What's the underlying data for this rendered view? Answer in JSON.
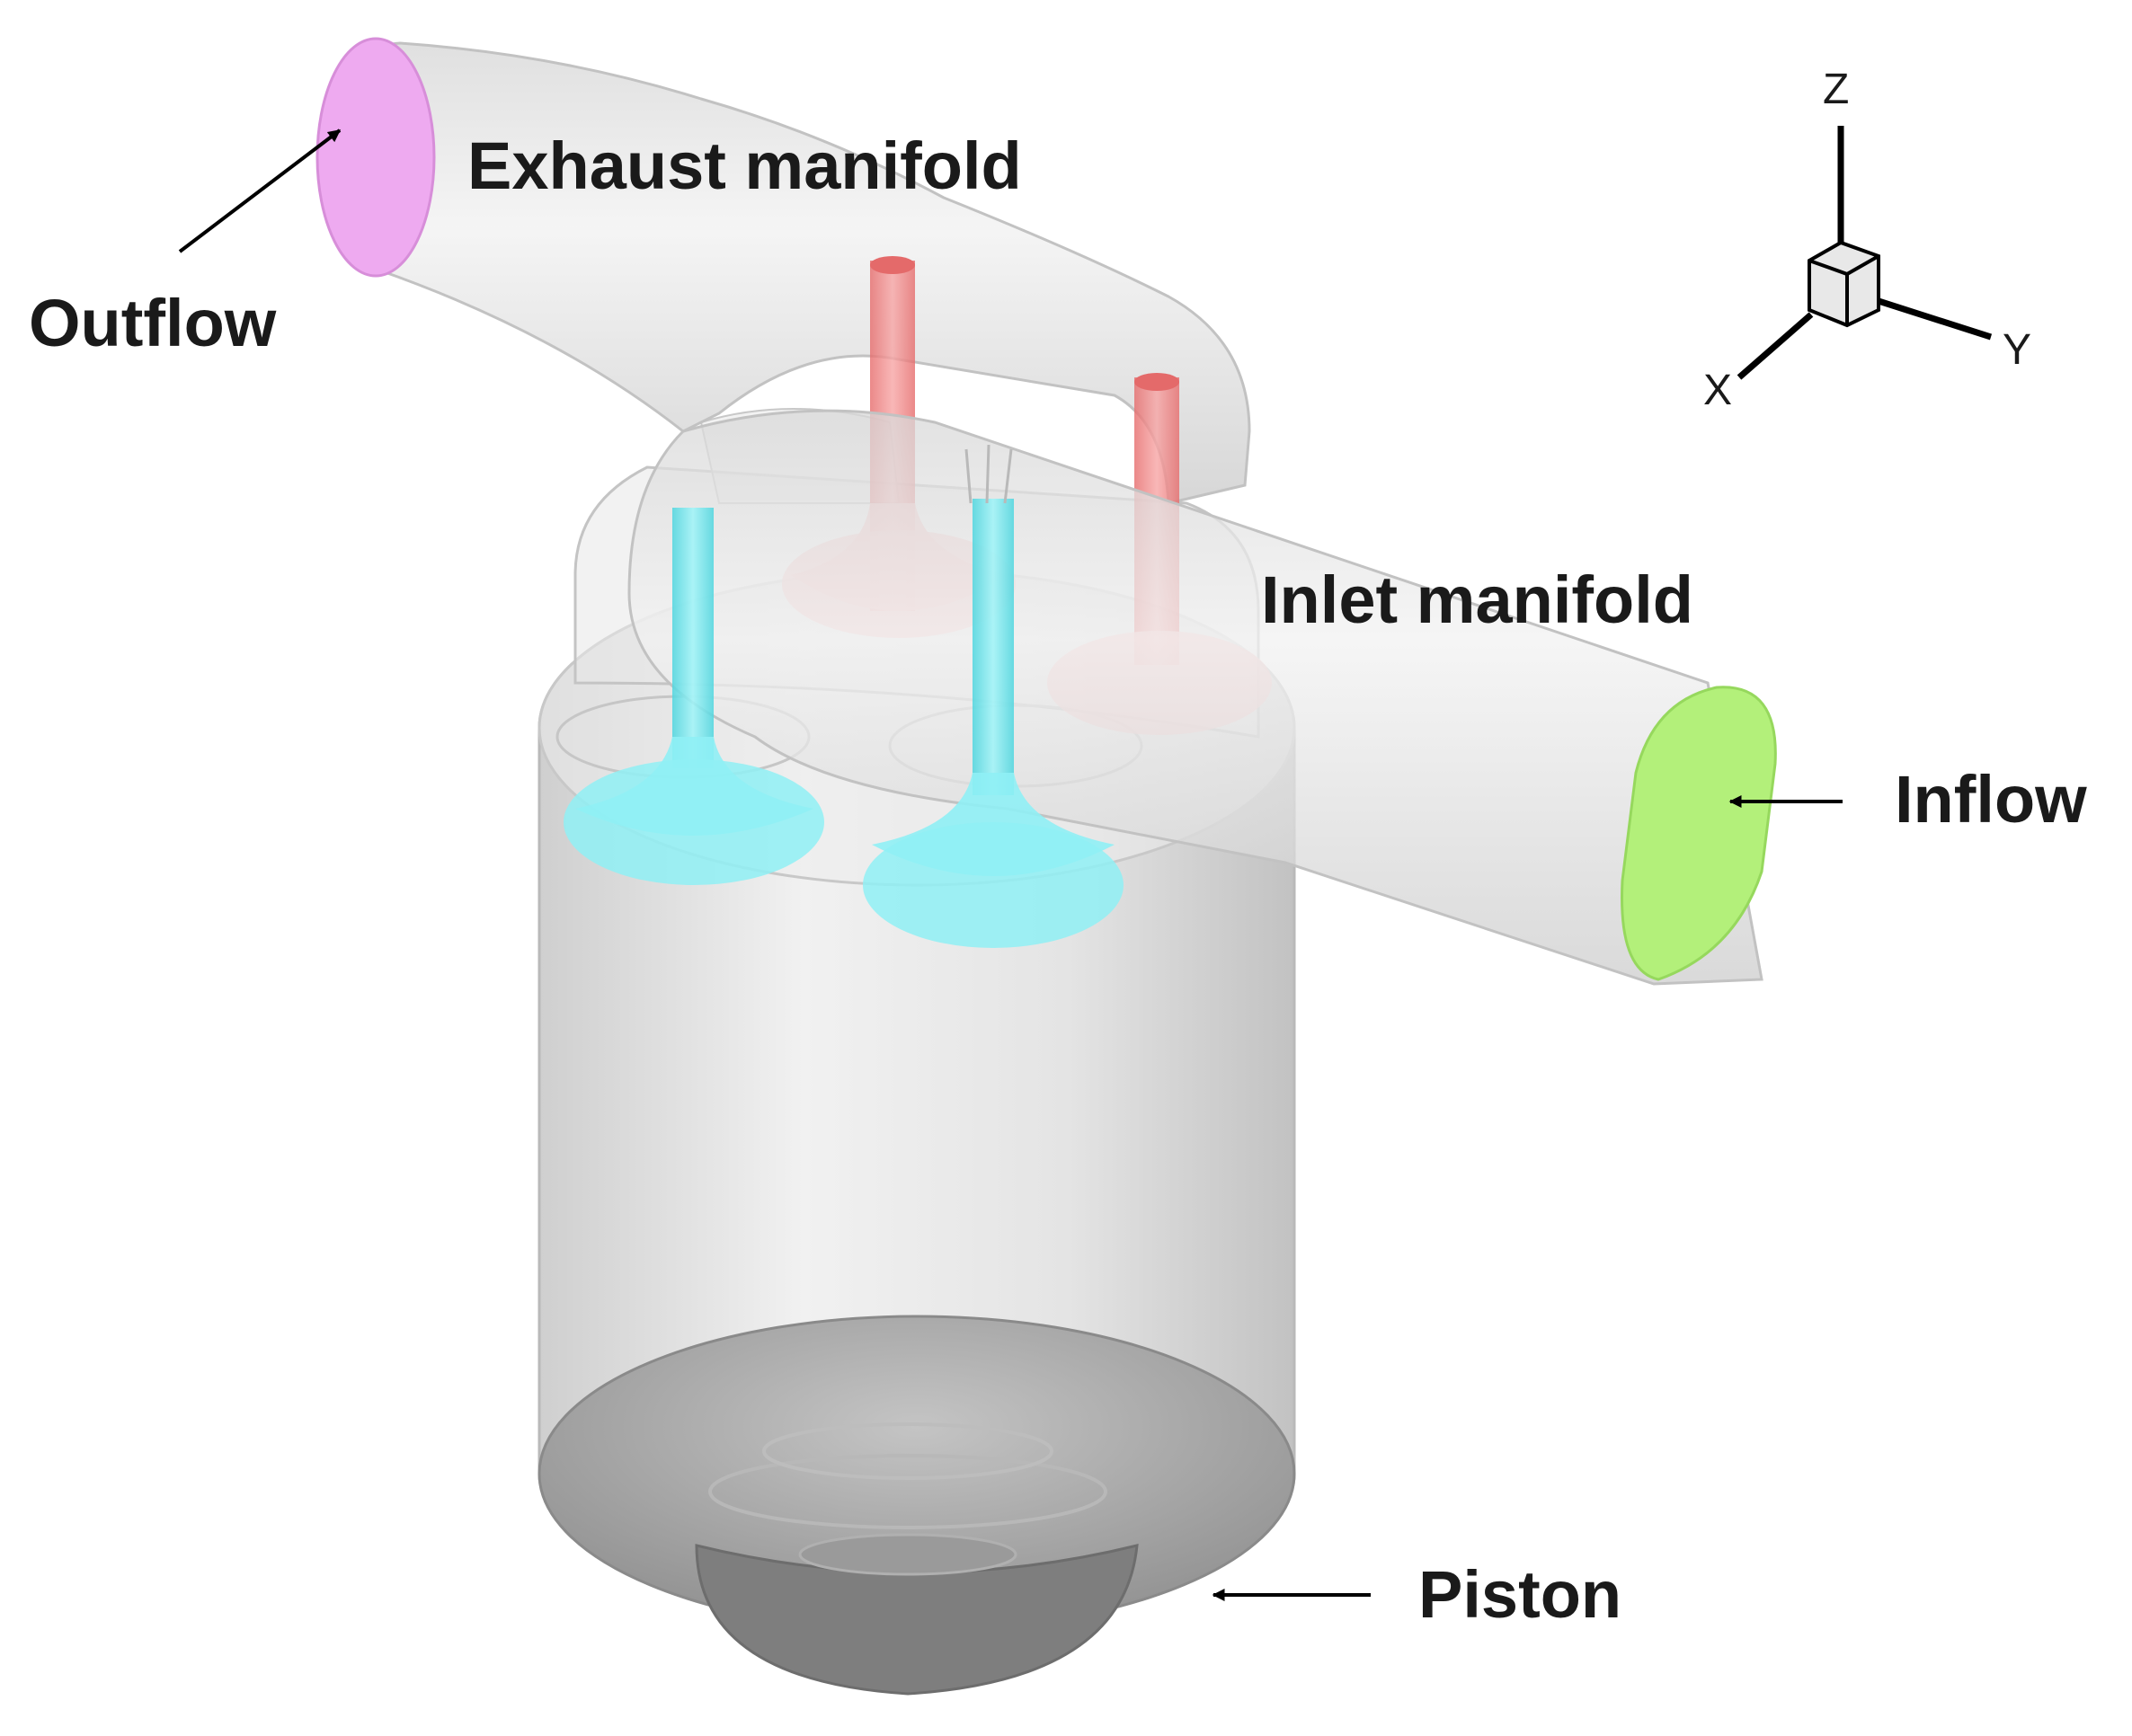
{
  "labels": {
    "exhaust_manifold": "Exhaust manifold",
    "outflow": "Outflow",
    "inlet_manifold": "Inlet manifold",
    "inflow": "Inflow",
    "piston": "Piston"
  },
  "axes": {
    "z": "Z",
    "y": "Y",
    "x": "X"
  },
  "colors": {
    "outflow_face": "#eeaaf0",
    "inflow_face": "#b3f07a",
    "exhaust_valve": "#f28a8a",
    "inlet_valve": "#7de8ee",
    "body_gray": "#e2e2e2",
    "piston_gray": "#a8a8a8"
  }
}
